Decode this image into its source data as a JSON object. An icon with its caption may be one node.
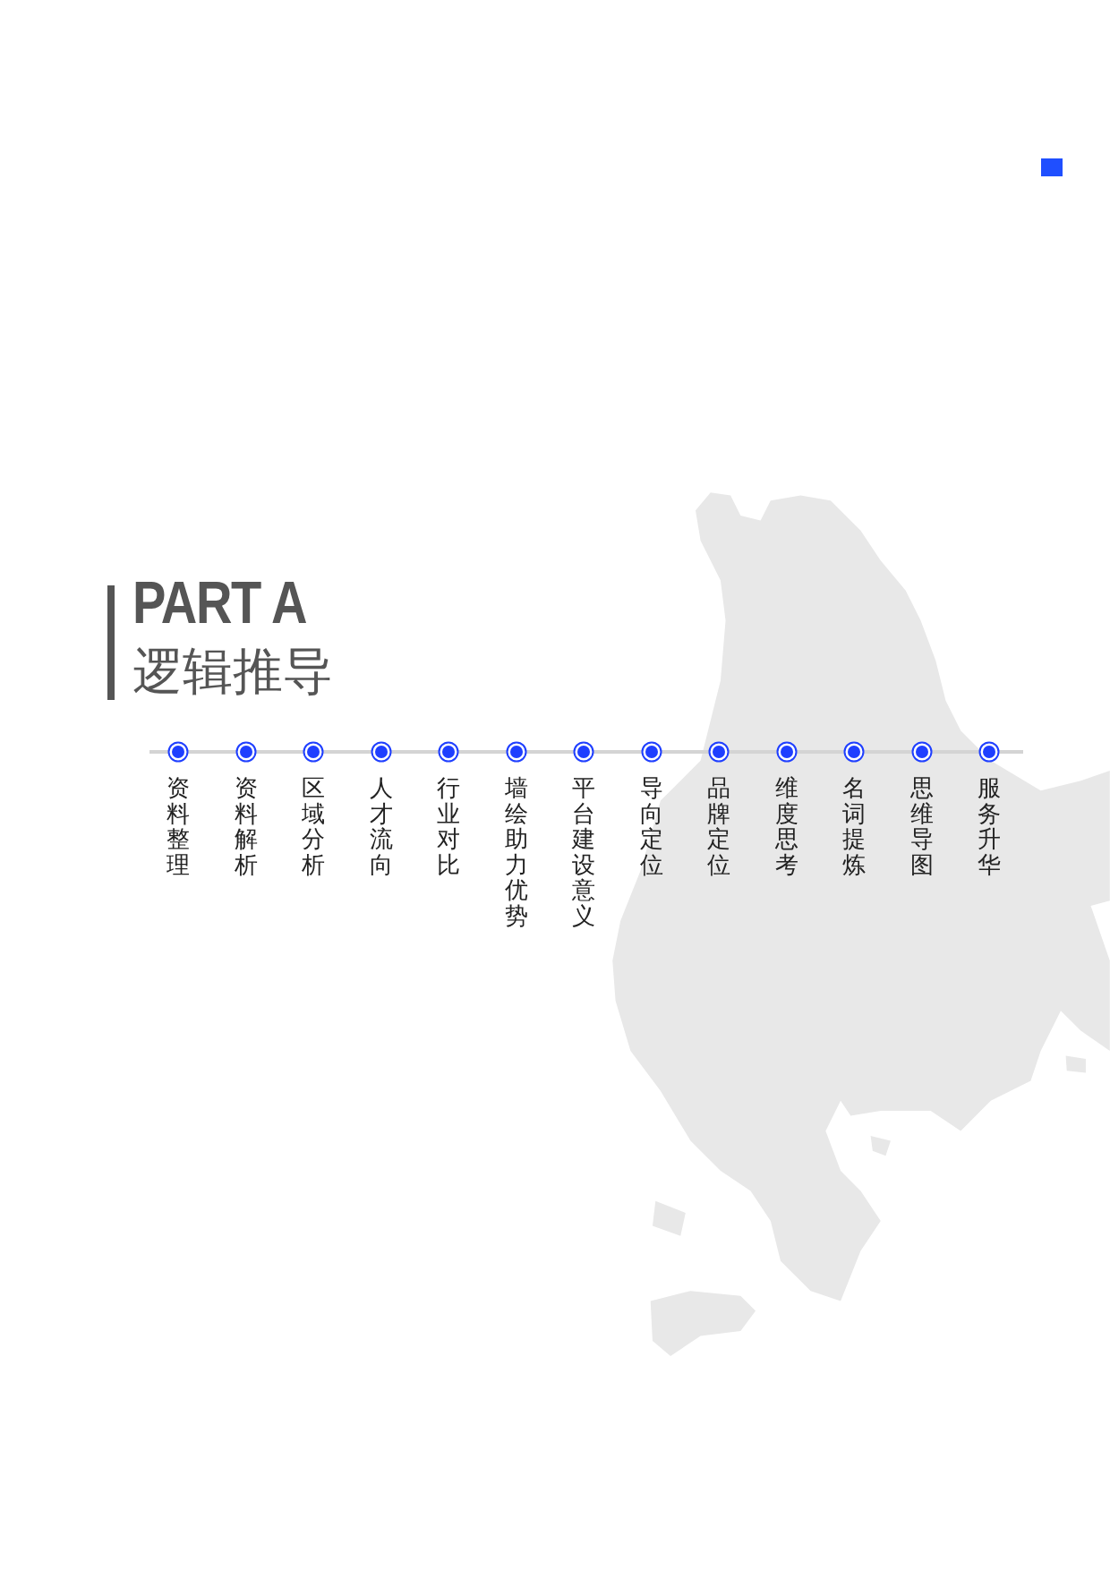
{
  "diagram": {
    "title": "PART A",
    "nodes": [
      {
        "text": [
          "资料整理"
        ]
      },
      {
        "text": [
          "资料解析"
        ]
      },
      {
        "text": [
          "区域分析"
        ]
      },
      {
        "text": [
          "人才流向"
        ]
      },
      {
        "text": [
          "行业对比"
        ]
      },
      {
        "text": [
          "墙绘助力优势"
        ]
      },
      {
        "text": [
          "平台建设意义"
        ]
      },
      {
        "text": [
          "导向定位"
        ]
      },
      {
        "text": [
          "品牌定位"
        ]
      },
      {
        "text": [
          "维度思考"
        ]
      },
      {
        "text": [
          "名词提炼"
        ]
      },
      {
        "text": [
          "思维导图"
        ]
      },
      {
        "text": [
          "服务升华"
        ]
      }
    ],
    "labels": [
      "逻辑推导"
    ]
  }
}
